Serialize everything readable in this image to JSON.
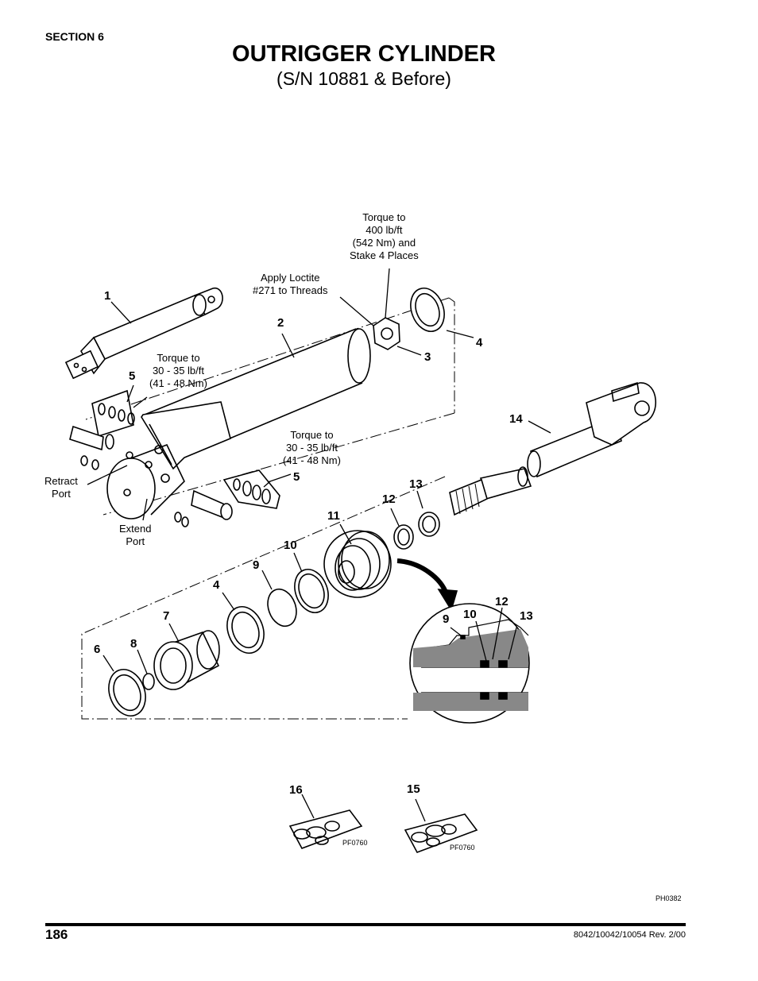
{
  "header": {
    "section": "SECTION 6",
    "title": "OUTRIGGER CYLINDER",
    "subtitle": "(S/N 10881 & Before)"
  },
  "notes": {
    "torque_400": "Torque to\n400 lb/ft\n(542 Nm) and\nStake 4 Places",
    "loctite": "Apply Loctite\n#271 to Threads",
    "torque_30_upper": "Torque to\n30 - 35 lb/ft\n(41 - 48 Nm)",
    "torque_30_lower": "Torque to\n30 - 35 lb/ft\n(41 - 48 Nm)",
    "retract_port": "Retract\nPort",
    "extend_port": "Extend\nPort"
  },
  "callouts": {
    "c1": "1",
    "c2": "2",
    "c3": "3",
    "c4_top": "4",
    "c5_upper": "5",
    "c5_lower": "5",
    "c14": "14",
    "c13": "13",
    "c12": "12",
    "c11": "11",
    "c10": "10",
    "c9": "9",
    "c4_lower": "4",
    "c7": "7",
    "c8": "8",
    "c6": "6",
    "d9": "9",
    "d10": "10",
    "d12": "12",
    "d13": "13",
    "c16": "16",
    "c15": "15"
  },
  "codes": {
    "kit_left": "PF0760",
    "kit_right": "PF0760",
    "figure": "PH0382"
  },
  "footer": {
    "page": "186",
    "doc": "8042/10042/10054 Rev. 2/00"
  }
}
